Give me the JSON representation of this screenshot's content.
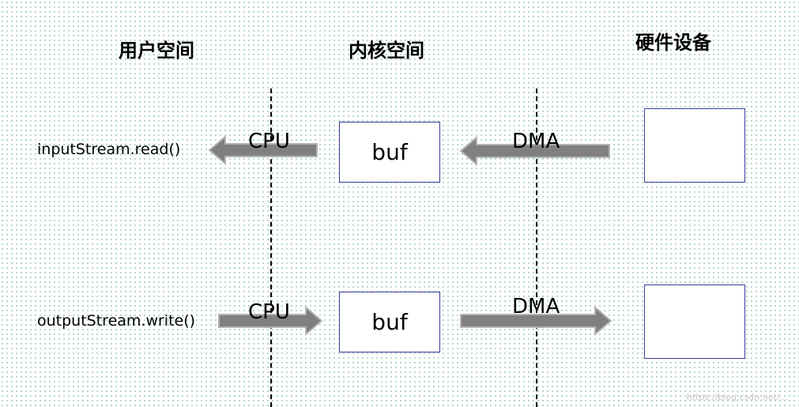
{
  "headings": {
    "user_space": "用户空间",
    "kernel_space": "内核空间",
    "hardware": "硬件设备"
  },
  "rows": [
    {
      "call": "inputStream.read()",
      "buffer": "buf",
      "left_arrow_label": "CPU",
      "right_arrow_label": "DMA",
      "direction": "to-user"
    },
    {
      "call": "outputStream.write()",
      "buffer": "buf",
      "left_arrow_label": "CPU",
      "right_arrow_label": "DMA",
      "direction": "to-hardware"
    }
  ],
  "colors": {
    "arrow_fill": "#808080",
    "arrow_stroke": "#b3b3b3",
    "box_border": "#3b3b9c",
    "dot_grid": "#7fbfa6"
  },
  "watermark": "https://blog.csdn.net/..."
}
